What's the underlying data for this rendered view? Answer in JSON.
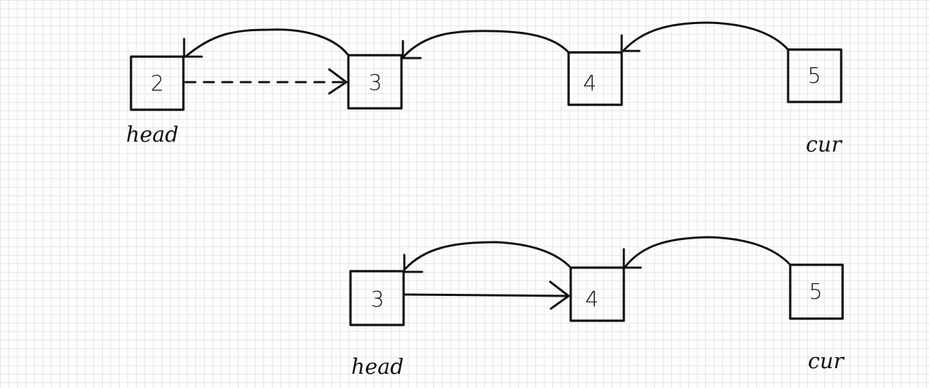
{
  "rows": [
    {
      "nodes": [
        "2",
        "3",
        "4",
        "5"
      ],
      "head_label": "head",
      "cur_label": "cur",
      "pointer_style": "dashed"
    },
    {
      "nodes": [
        "3",
        "4",
        "5"
      ],
      "head_label": "head",
      "cur_label": "cur",
      "pointer_style": "solid"
    }
  ],
  "colors": {
    "ink": "#111111",
    "grid": "#e6e6e6",
    "background": "#ffffff"
  }
}
